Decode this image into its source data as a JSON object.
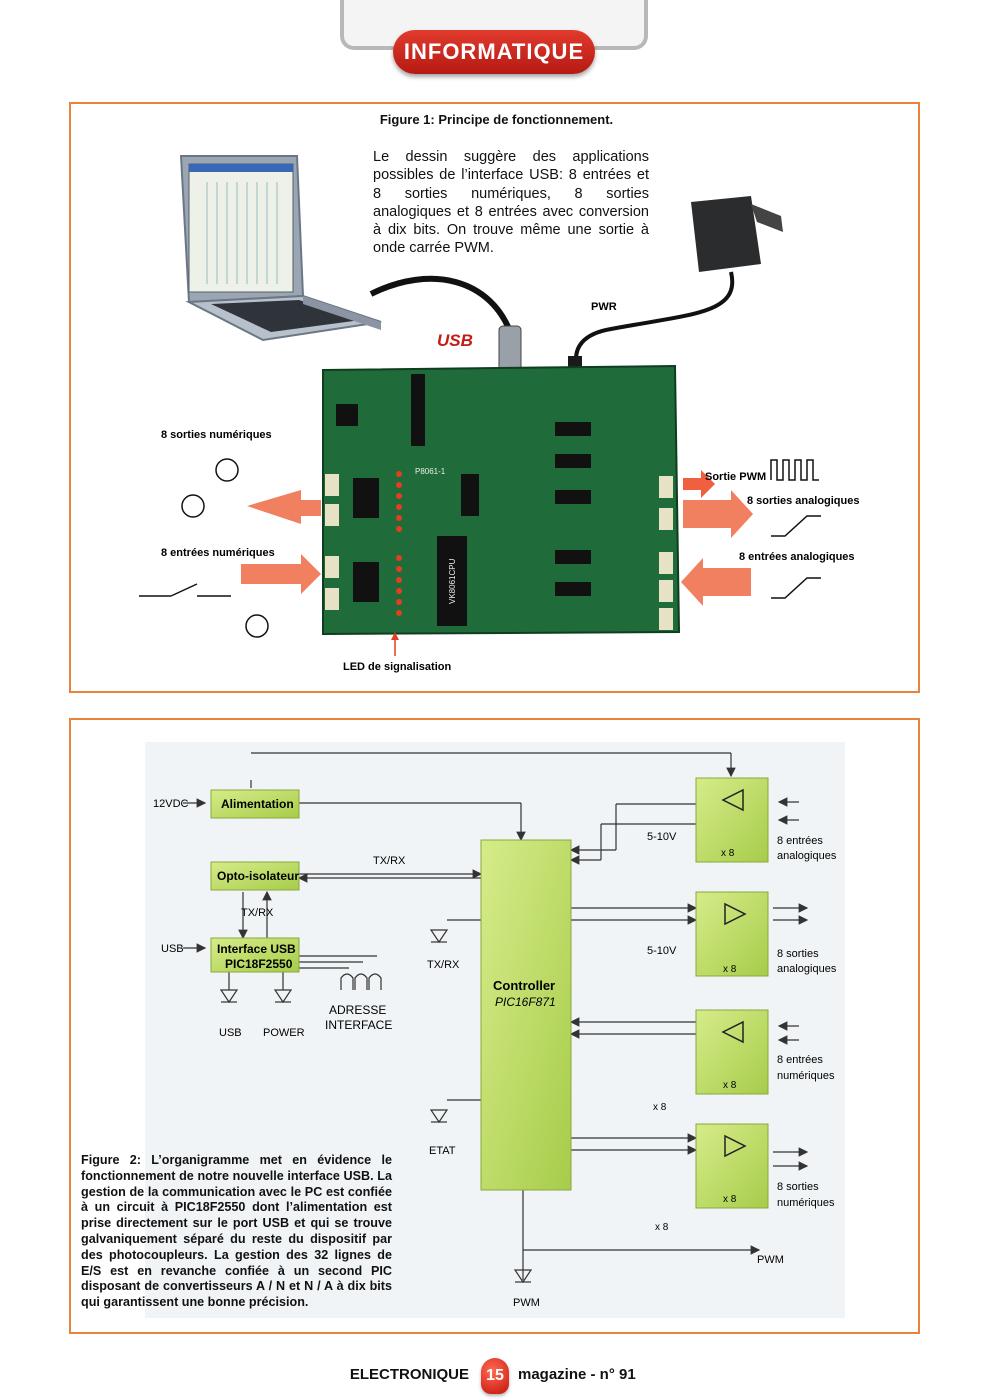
{
  "header": {
    "section": "INFORMATIQUE"
  },
  "figure1": {
    "title": "Figure 1: Principe de fonctionnement.",
    "text": "Le dessin suggère des applications possibles de l’interface USB: 8 entrées et 8 sorties numériques, 8 sorties analogiques et 8 entrées avec conversion à dix bits. On trouve même une sortie à onde carrée PWM.",
    "labels": {
      "pwr": "PWR",
      "usb_logo": "USB",
      "digital_outputs": "8 sorties numériques",
      "digital_inputs": "8 entrées numériques",
      "pwm_out": "Sortie PWM",
      "analog_outputs": "8 sorties analogiques",
      "analog_inputs": "8 entrées analogiques",
      "led": "LED de signalisation",
      "board_id": "P8061-1",
      "chip": "VK8061CPU"
    }
  },
  "figure2": {
    "caption": "Figure 2: L’organigramme met en évidence le fonctionnement de notre nouvelle interface USB. La gestion de la communication avec le PC est confiée à un circuit à PIC18F2550 dont l’alimentation est prise directement sur le port USB et qui se trouve galvaniquement séparé du reste du dispositif par des photocoupleurs. La gestion des 32 lignes de E/S est en revanche confiée à un second PIC disposant de convertisseurs A / N et N / A à dix bits qui garantissent une bonne précision.",
    "blocks": {
      "power_in": "12VDC",
      "alimentation": "Alimentation",
      "opto": "Opto-isolateur",
      "txrx1": "TX/RX",
      "txrx2": "TX/RX",
      "usb_in": "USB",
      "iface_line1": "Interface USB",
      "iface_line2": "PIC18F2550",
      "led_usb": "USB",
      "led_power": "POWER",
      "adresse1": "ADRESSE",
      "adresse2": "INTERFACE",
      "txrx_led": "TX/RX",
      "etat": "ETAT",
      "controller1": "Controller",
      "controller2": "PIC16F871",
      "v1": "5-10V",
      "v2": "5-10V",
      "x8a": "x 8",
      "x8b": "x 8",
      "x8c": "x 8",
      "x8d": "x 8",
      "x8e": "x 8",
      "x8f": "x 8",
      "ain1": "8 entrées",
      "ain2": "analogiques",
      "aout1": "8 sorties",
      "aout2": "analogiques",
      "din1": "8 entrées",
      "din2": "numériques",
      "dout1": "8 sorties",
      "dout2": "numériques",
      "pwm": "PWM",
      "pwm_led": "PWM"
    }
  },
  "footer": {
    "left": "ELECTRONIQUE",
    "page": "15",
    "right": "magazine - n° 91"
  }
}
